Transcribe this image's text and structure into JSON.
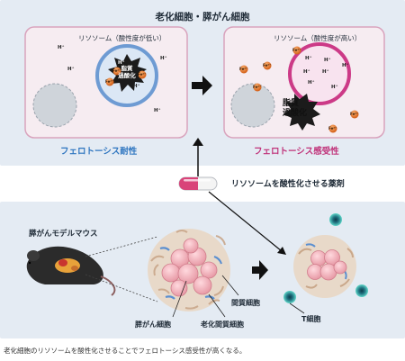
{
  "title": "老化細胞・膵がん細胞",
  "left_cell": {
    "lysosome_label": "リソソーム（酸性度が低い）",
    "lipid_label": "脂質\n過酸化",
    "cell_label": "フェロトーシス耐性"
  },
  "right_cell": {
    "lysosome_label": "リソソーム（酸性度が高い）",
    "lipid_label": "脂質\n過酸化",
    "cell_label": "フェロトーシス感受性"
  },
  "hplus": "H⁺",
  "iron": "Fe²⁺",
  "drug_label": "リソソームを酸性化させる薬剤",
  "mouse_model_label": "膵がんモデルマウス",
  "labels": {
    "tumor": "膵がん細胞",
    "aged_stroma": "老化間質細胞",
    "stroma": "間質細胞",
    "tcell": "T細胞"
  },
  "caption": "老化細胞のリソソームを酸性化させることでフェロトーシス感受性が高くなる。",
  "colors": {
    "panel_bg": "#e4ebf3",
    "cell_fill": "#f6ecf1",
    "cell_border": "#d9a3bd",
    "resistant_blue": "#2f76c0",
    "sensitive_magenta": "#c0337a",
    "iron_orange": "#e07a2c"
  }
}
